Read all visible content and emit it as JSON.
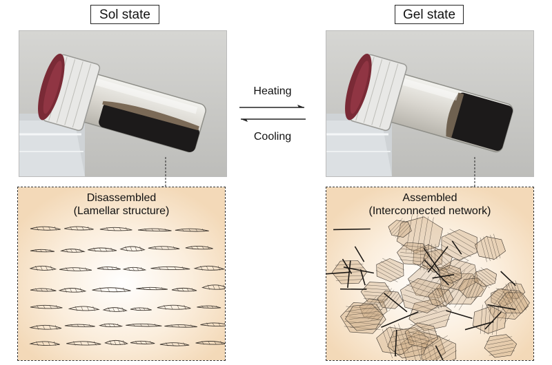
{
  "sol": {
    "title": "Sol state",
    "panel_line1": "Disassembled",
    "panel_line2": "(Lamellar structure)"
  },
  "gel": {
    "title": "Gel state",
    "panel_line1": "Assembled",
    "panel_line2": "(Interconnected network)"
  },
  "transition": {
    "forward_label": "Heating",
    "backward_label": "Cooling"
  },
  "colors": {
    "dispersion": "#1c1a1a",
    "cap": "#e8e8e6",
    "cap_top": "#7a2a36",
    "glow": "#f3d9b8",
    "sheet": "#3a332c"
  }
}
